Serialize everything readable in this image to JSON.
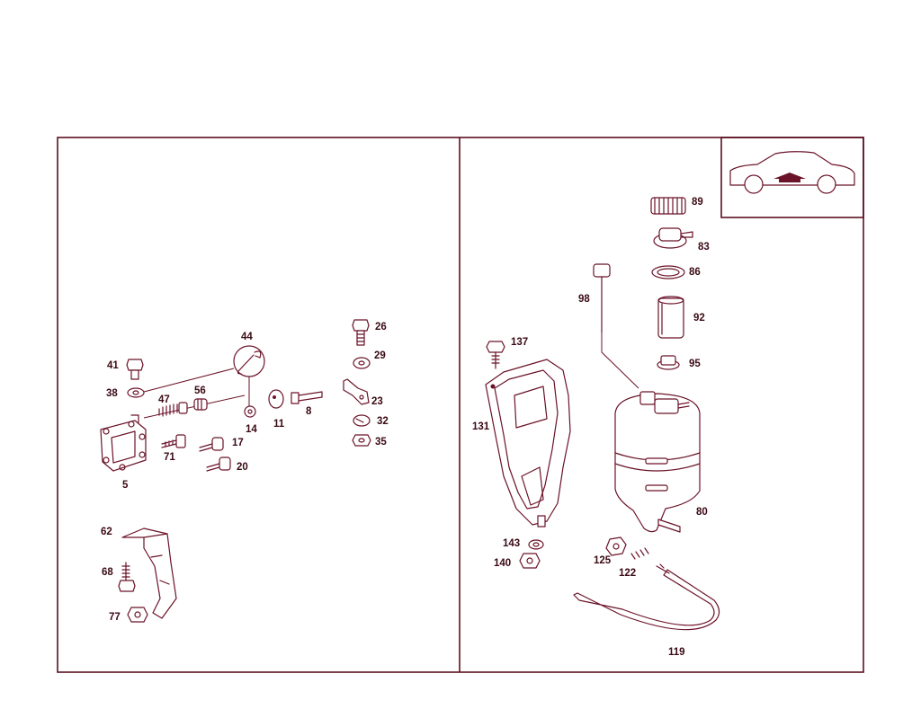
{
  "labels": {
    "p41": "41",
    "p38": "38",
    "p47": "47",
    "p56": "56",
    "p44": "44",
    "p14": "14",
    "p11": "11",
    "p8": "8",
    "p26": "26",
    "p29": "29",
    "p23": "23",
    "p32": "32",
    "p35": "35",
    "p71": "71",
    "p17": "17",
    "p20": "20",
    "p5": "5",
    "p62": "62",
    "p68": "68",
    "p77": "77",
    "p137": "137",
    "p131": "131",
    "p143": "143",
    "p140": "140",
    "p98": "98",
    "p89": "89",
    "p83": "83",
    "p86": "86",
    "p92": "92",
    "p95": "95",
    "p80": "80",
    "p125": "125",
    "p122": "122",
    "p119": "119"
  },
  "colors": {
    "line": "#6b1328",
    "frame": "#5a1020"
  },
  "icons": {
    "locator": "car-silhouette-with-front-arrow"
  }
}
